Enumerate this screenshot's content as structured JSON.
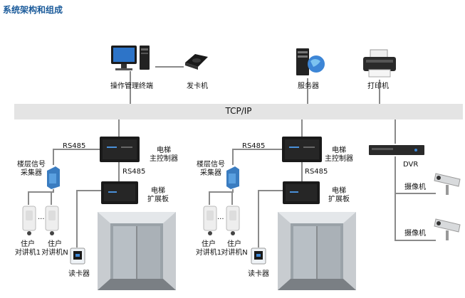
{
  "title": "系统架构和组成",
  "bus": "TCP/IP",
  "top_devices": {
    "operator": "操作管理终端",
    "card_issuer": "发卡机",
    "server": "服务器",
    "printer": "打印机"
  },
  "groups": [
    {
      "rs485_a": "RS485",
      "rs485_b": "RS485",
      "main_controller": [
        "电梯",
        "主控制器"
      ],
      "expansion": [
        "电梯",
        "扩展板"
      ],
      "floor_collector": [
        "楼层信号",
        "采集器"
      ],
      "dots": "...",
      "intercom1": [
        "住户",
        "对讲机1"
      ],
      "intercomN": [
        "住户",
        "对讲机N"
      ],
      "reader": "读卡器"
    },
    {
      "rs485_a": "RS485",
      "rs485_b": "RS485",
      "main_controller": [
        "电梯",
        "主控制器"
      ],
      "expansion": [
        "电梯",
        "扩展板"
      ],
      "floor_collector": [
        "楼层信号",
        "采集器"
      ],
      "dots": "...",
      "intercom1": [
        "住户",
        "对讲机1"
      ],
      "intercomN": [
        "住户",
        "对讲机N"
      ],
      "reader": "读卡器"
    }
  ],
  "dvr": {
    "label": "DVR",
    "camera1": "摄像机",
    "camera2": "摄像机"
  }
}
